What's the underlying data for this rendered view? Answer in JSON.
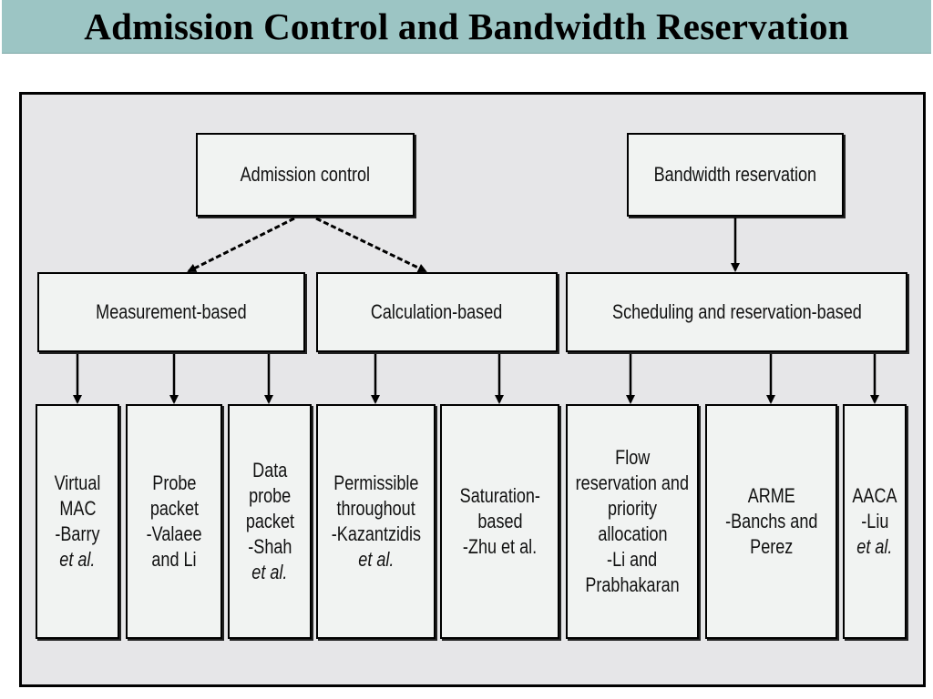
{
  "slide_title": "Admission Control and Bandwidth Reservation",
  "top_nodes": {
    "admission_control": "Admission control",
    "bandwidth_reservation": "Bandwidth reservation"
  },
  "mid_nodes": {
    "measurement": "Measurement-based",
    "calculation": "Calculation-based",
    "scheduling": "Scheduling and reservation-based"
  },
  "leaves": {
    "virtual_mac": [
      "Virtual",
      "MAC",
      "-Barry",
      "et al."
    ],
    "probe_packet": [
      "Probe",
      "packet",
      "-Valaee",
      "and Li"
    ],
    "data_probe": [
      "Data",
      "probe",
      "packet",
      "-Shah",
      "et al."
    ],
    "permissible": [
      "Permissible",
      "throughout",
      "-Kazantzidis",
      "et al."
    ],
    "saturation": [
      "Saturation-",
      "based",
      "-Zhu et al."
    ],
    "flow_reservation": [
      "Flow",
      "reservation and",
      "priority",
      "allocation",
      "-Li and",
      "Prabhakaran"
    ],
    "arme": [
      "ARME",
      "-Banchs and",
      "Perez"
    ],
    "aaca": [
      "AACA",
      "-Liu",
      "et al."
    ]
  }
}
